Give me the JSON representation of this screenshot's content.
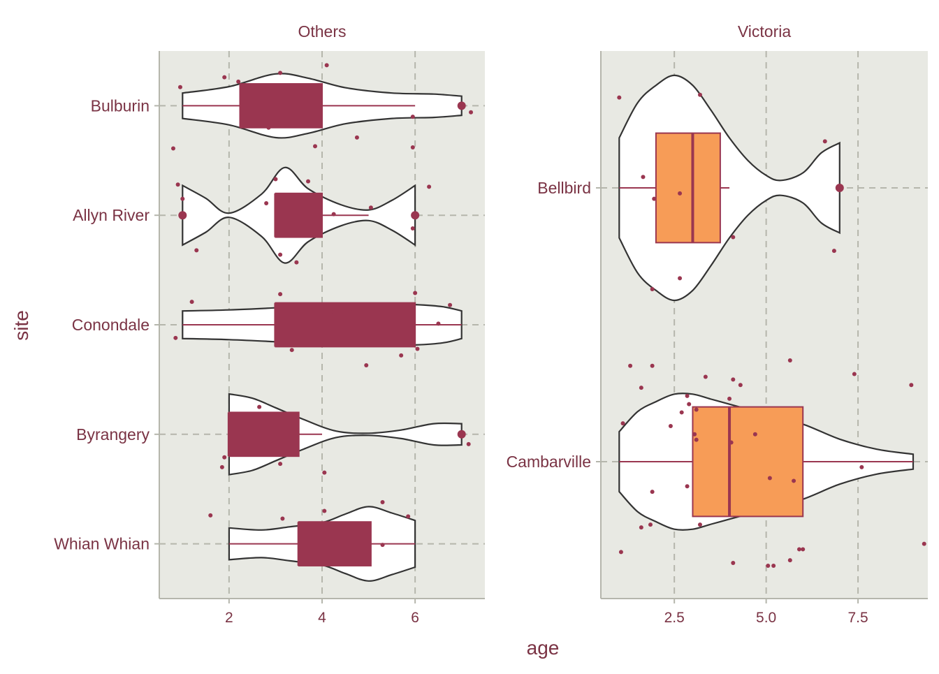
{
  "chart_data": {
    "type": "violin",
    "xlabel": "age",
    "ylabel": "site",
    "colors": {
      "text": "#7a3344",
      "panel_bg": "#e8e9e3",
      "axis_line": "#b5b6ac",
      "grid": "#b5b6ac",
      "violin_stroke": "#333333",
      "violin_fill": "#ffffff",
      "box_others": "#9a3650",
      "box_victoria": "#f79c57",
      "point": "#9a3650"
    },
    "panels": [
      {
        "title": "Others",
        "xlim": [
          0.5,
          7.5
        ],
        "xticks": [
          2,
          4,
          6
        ],
        "tick_labels": [
          "2",
          "4",
          "6"
        ],
        "categories": [
          {
            "name": "Bulburin",
            "violin_profile": [
              [
                1,
                0.12
              ],
              [
                2,
                0.18
              ],
              [
                3,
                0.3
              ],
              [
                3.7,
                0.26
              ],
              [
                4.5,
                0.17
              ],
              [
                5.5,
                0.12
              ],
              [
                6.4,
                0.11
              ],
              [
                7,
                0.09
              ]
            ],
            "box": {
              "q1": 2.25,
              "median": 2.25,
              "q3": 4,
              "whisker_low": 1,
              "whisker_high": 6
            },
            "outliers": [
              7
            ],
            "jitter": [
              [
                1.9,
                0.26
              ],
              [
                2.2,
                0.22
              ],
              [
                2.8,
                0.18
              ],
              [
                3.1,
                0.3
              ],
              [
                4.1,
                0.37
              ],
              [
                0.95,
                0.17
              ],
              [
                7.2,
                -0.06
              ],
              [
                5.95,
                -0.1
              ],
              [
                2.95,
                -0.15
              ],
              [
                2.85,
                -0.2
              ],
              [
                3.1,
                -0.13
              ],
              [
                4.75,
                -0.29
              ],
              [
                3.85,
                -0.37
              ],
              [
                5.95,
                -0.38
              ],
              [
                0.8,
                -0.39
              ]
            ]
          },
          {
            "name": "Allyn River",
            "violin_profile": [
              [
                1,
                0.28
              ],
              [
                1.5,
                0.16
              ],
              [
                2,
                0.02
              ],
              [
                2.7,
                0.2
              ],
              [
                3.2,
                0.45
              ],
              [
                3.7,
                0.25
              ],
              [
                4.4,
                0.1
              ],
              [
                5,
                0.05
              ],
              [
                5.5,
                0.14
              ],
              [
                6,
                0.28
              ]
            ],
            "box": {
              "q1": 3,
              "median": 3,
              "q3": 4,
              "whisker_low": 3,
              "whisker_high": 5
            },
            "outliers": [
              1,
              6
            ],
            "jitter": [
              [
                0.9,
                0.28
              ],
              [
                1,
                0.15
              ],
              [
                3,
                0.33
              ],
              [
                3.7,
                0.31
              ],
              [
                6.3,
                0.26
              ],
              [
                2.8,
                0.11
              ],
              [
                4.25,
                0.01
              ],
              [
                5.05,
                0.07
              ],
              [
                5.95,
                -0.12
              ],
              [
                3.1,
                -0.36
              ],
              [
                3.45,
                -0.43
              ],
              [
                1.3,
                -0.32
              ]
            ]
          },
          {
            "name": "Conondale",
            "violin_profile": [
              [
                1,
                0.13
              ],
              [
                2,
                0.14
              ],
              [
                3,
                0.16
              ],
              [
                4,
                0.19
              ],
              [
                5,
                0.2
              ],
              [
                6,
                0.19
              ],
              [
                6.6,
                0.17
              ],
              [
                7,
                0.13
              ]
            ],
            "box": {
              "q1": 3,
              "median": 3,
              "q3": 6,
              "whisker_low": 1,
              "whisker_high": 7
            },
            "outliers": [],
            "jitter": [
              [
                1.2,
                0.21
              ],
              [
                3.1,
                0.28
              ],
              [
                3.8,
                0.16
              ],
              [
                4.25,
                0.12
              ],
              [
                4.6,
                0.14
              ],
              [
                6,
                0.29
              ],
              [
                6.75,
                0.18
              ],
              [
                6.5,
                0.01
              ],
              [
                0.85,
                -0.12
              ],
              [
                5.3,
                -0.17
              ],
              [
                6.05,
                -0.22
              ],
              [
                3.35,
                -0.23
              ],
              [
                5.7,
                -0.28
              ],
              [
                4.95,
                -0.37
              ]
            ]
          },
          {
            "name": "Byrangery",
            "violin_profile": [
              [
                2,
                0.38
              ],
              [
                2.5,
                0.34
              ],
              [
                3,
                0.25
              ],
              [
                3.6,
                0.14
              ],
              [
                4.3,
                0.03
              ],
              [
                5,
                0.01
              ],
              [
                5.7,
                0.04
              ],
              [
                6.4,
                0.1
              ],
              [
                7,
                0.1
              ]
            ],
            "box": {
              "q1": 2,
              "median": 2,
              "q3": 3.5,
              "whisker_low": 2,
              "whisker_high": 4
            },
            "outliers": [
              7
            ],
            "jitter": [
              [
                2.65,
                0.25
              ],
              [
                7.15,
                -0.09
              ],
              [
                1.9,
                -0.21
              ],
              [
                1.85,
                -0.3
              ],
              [
                3.1,
                -0.27
              ],
              [
                4.05,
                -0.35
              ]
            ]
          },
          {
            "name": "Whian Whian",
            "violin_profile": [
              [
                2,
                0.15
              ],
              [
                2.7,
                0.13
              ],
              [
                3.3,
                0.16
              ],
              [
                4,
                0.2
              ],
              [
                4.5,
                0.28
              ],
              [
                5,
                0.35
              ],
              [
                5.5,
                0.29
              ],
              [
                6,
                0.22
              ]
            ],
            "box": {
              "q1": 3.5,
              "median": 3.5,
              "q3": 5.05,
              "whisker_low": 2,
              "whisker_high": 6
            },
            "outliers": [],
            "jitter": [
              [
                1.6,
                0.26
              ],
              [
                3.15,
                0.23
              ],
              [
                4.05,
                0.3
              ],
              [
                5.3,
                0.38
              ],
              [
                5.85,
                0.25
              ],
              [
                5.3,
                -0.01
              ],
              [
                4.75,
                -0.18
              ]
            ]
          }
        ]
      },
      {
        "title": "Victoria",
        "xlim": [
          0.5,
          9.4
        ],
        "xticks": [
          2.5,
          5,
          7.5
        ],
        "tick_labels": [
          "2.5",
          "5.0",
          "7.5"
        ],
        "categories": [
          {
            "name": "Bellbird",
            "violin_profile": [
              [
                1,
                0.2
              ],
              [
                1.5,
                0.34
              ],
              [
                2,
                0.41
              ],
              [
                2.5,
                0.45
              ],
              [
                3,
                0.41
              ],
              [
                3.5,
                0.31
              ],
              [
                4,
                0.2
              ],
              [
                4.5,
                0.11
              ],
              [
                5,
                0.05
              ],
              [
                5.4,
                0.03
              ],
              [
                6,
                0.06
              ],
              [
                6.5,
                0.14
              ],
              [
                7,
                0.18
              ]
            ],
            "box": {
              "q1": 2,
              "median": 3,
              "q3": 3.75,
              "whisker_low": 1,
              "whisker_high": 4
            },
            "outliers": [
              7
            ],
            "jitter": [
              [
                1,
                0.33
              ],
              [
                3.2,
                0.34
              ],
              [
                6.6,
                0.17
              ],
              [
                1.65,
                0.04
              ],
              [
                2.65,
                -0.02
              ],
              [
                1.95,
                -0.04
              ],
              [
                4.1,
                -0.18
              ],
              [
                6.85,
                -0.23
              ],
              [
                1.9,
                -0.37
              ],
              [
                2.65,
                -0.33
              ]
            ]
          },
          {
            "name": "Cambarville",
            "violin_profile": [
              [
                1,
                0.12
              ],
              [
                1.5,
                0.2
              ],
              [
                2,
                0.24
              ],
              [
                2.5,
                0.27
              ],
              [
                3,
                0.27
              ],
              [
                3.5,
                0.25
              ],
              [
                4,
                0.23
              ],
              [
                4.5,
                0.21
              ],
              [
                5,
                0.19
              ],
              [
                6,
                0.15
              ],
              [
                7,
                0.09
              ],
              [
                8,
                0.05
              ],
              [
                9,
                0.03
              ]
            ],
            "box": {
              "q1": 3,
              "median": 4,
              "q3": 6,
              "whisker_low": 1,
              "whisker_high": 9
            },
            "outliers": [],
            "jitter": [
              [
                1.3,
                0.35
              ],
              [
                1.9,
                0.35
              ],
              [
                3.35,
                0.31
              ],
              [
                4.1,
                0.3
              ],
              [
                4.3,
                0.28
              ],
              [
                5.65,
                0.37
              ],
              [
                7.4,
                0.32
              ],
              [
                8.95,
                0.28
              ],
              [
                1.6,
                0.27
              ],
              [
                2.85,
                0.24
              ],
              [
                2.7,
                0.18
              ],
              [
                3.1,
                0.19
              ],
              [
                2.9,
                0.21
              ],
              [
                3.05,
                0.1
              ],
              [
                4,
                0.23
              ],
              [
                1.1,
                0.14
              ],
              [
                2.4,
                0.13
              ],
              [
                4.7,
                0.1
              ],
              [
                4.05,
                0.07
              ],
              [
                3.1,
                0.08
              ],
              [
                7.6,
                -0.02
              ],
              [
                5.1,
                -0.06
              ],
              [
                5.75,
                -0.07
              ],
              [
                2.85,
                -0.09
              ],
              [
                1.9,
                -0.11
              ],
              [
                1.6,
                -0.24
              ],
              [
                1.85,
                -0.23
              ],
              [
                3.2,
                -0.23
              ],
              [
                1.05,
                -0.33
              ],
              [
                9.3,
                -0.3
              ],
              [
                6,
                -0.32
              ],
              [
                5.9,
                -0.32
              ],
              [
                4.1,
                -0.37
              ],
              [
                5.05,
                -0.38
              ],
              [
                5.2,
                -0.38
              ],
              [
                5.65,
                -0.36
              ]
            ]
          }
        ]
      }
    ]
  }
}
